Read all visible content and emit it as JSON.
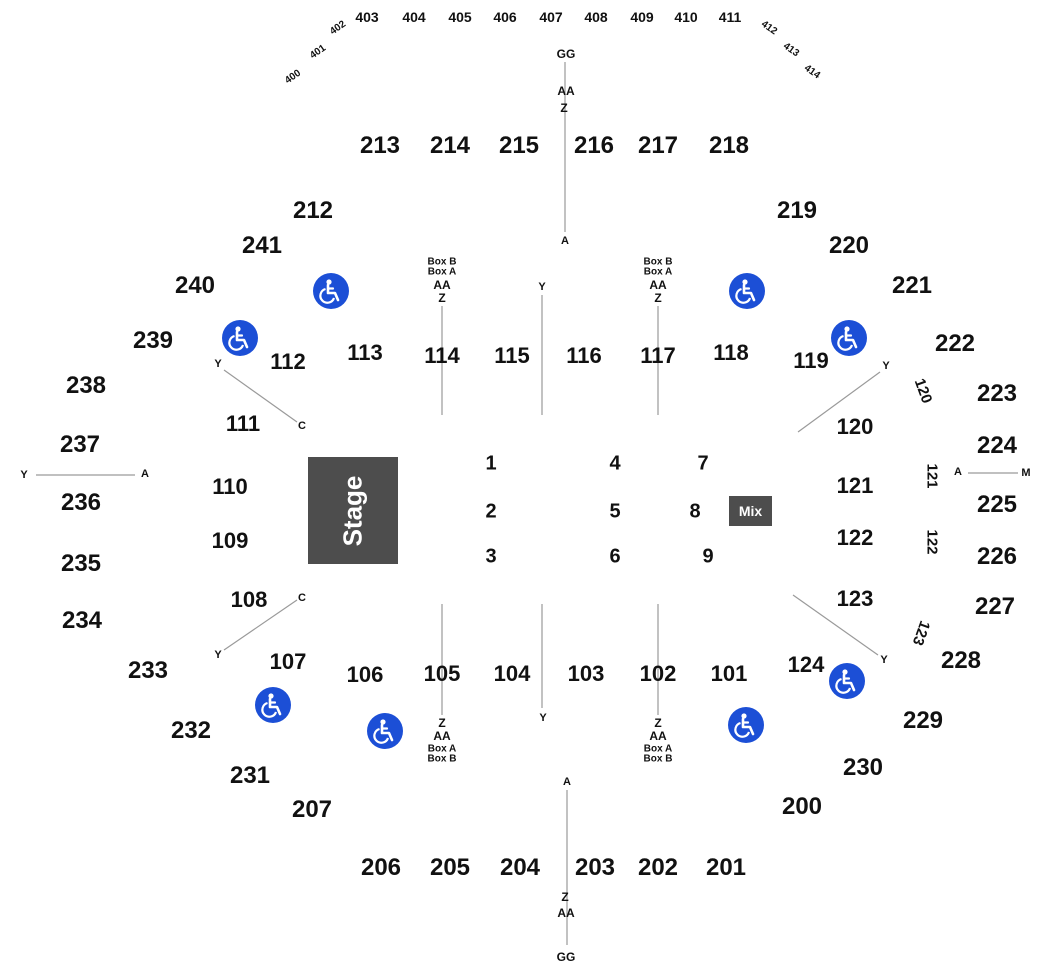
{
  "stage": {
    "label": "Stage"
  },
  "mix": {
    "label": "Mix"
  },
  "colors": {
    "stage": "#4d4d4d",
    "accessible_icon": "#1c4fd6",
    "aisle_lines": "#9a9a9a"
  },
  "icons": {
    "accessible": "wheelchair-icon"
  },
  "sections_400": [
    "400",
    "401",
    "402",
    "403",
    "404",
    "405",
    "406",
    "407",
    "408",
    "409",
    "410",
    "411",
    "412",
    "413",
    "414"
  ],
  "sections_200": [
    "200",
    "201",
    "202",
    "203",
    "204",
    "205",
    "206",
    "207",
    "212",
    "213",
    "214",
    "215",
    "216",
    "217",
    "218",
    "219",
    "220",
    "221",
    "222",
    "223",
    "224",
    "225",
    "226",
    "227",
    "228",
    "229",
    "230",
    "231",
    "232",
    "233",
    "234",
    "235",
    "236",
    "237",
    "238",
    "239",
    "240",
    "241"
  ],
  "sections_100": [
    "101",
    "102",
    "103",
    "104",
    "105",
    "106",
    "107",
    "108",
    "109",
    "110",
    "111",
    "112",
    "113",
    "114",
    "115",
    "116",
    "117",
    "118",
    "119",
    "120",
    "121",
    "122",
    "123",
    "124"
  ],
  "floor_sections": [
    "1",
    "2",
    "3",
    "4",
    "5",
    "6",
    "7",
    "8",
    "9"
  ],
  "row_labels": {
    "top_aisle": [
      "GG",
      "AA",
      "Z",
      "A"
    ],
    "bottom_aisle": [
      "A",
      "Z",
      "AA",
      "GG"
    ],
    "left_aisle": [
      "Y",
      "A"
    ],
    "right_aisle": [
      "A",
      "M"
    ],
    "y": "Y",
    "c": "C",
    "z": "Z",
    "aa": "AA",
    "box_a": "Box A",
    "box_b": "Box B"
  },
  "side_labels": [
    "120",
    "121",
    "122",
    "123"
  ]
}
